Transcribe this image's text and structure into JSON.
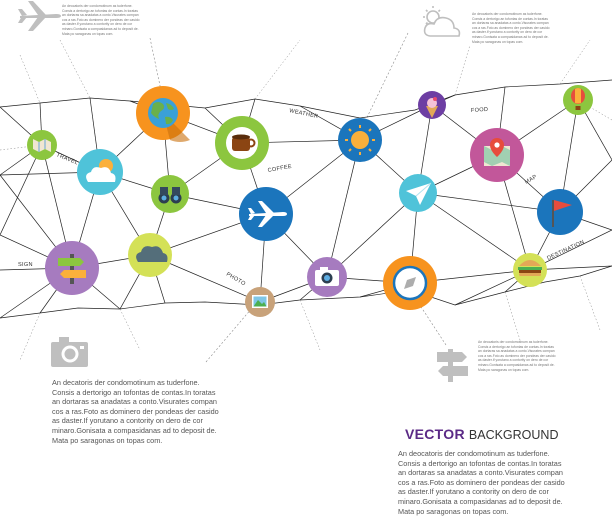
{
  "title": {
    "word1": "VECTOR",
    "word2": "BACKGROUND"
  },
  "labels": {
    "travel": "TRAVEL",
    "weather": "WEATHER",
    "food": "FOOD",
    "coffee": "COFFEE",
    "map": "MAP",
    "destination": "DESTINATION",
    "sign": "SIGN",
    "photo": "PHOTO"
  },
  "texts": {
    "top_left": "An deocatoris der condomotinum as tuderfone.\nConsis a dertorigo an tofontas de contas.In toratas\nan dortaras sa anadatas a conto.Visurates compan\ncos a ras.Foto as dominero der pondeas der casido\nas daster.If yorutano a contority on dero de cor\nminaro.Gonisata a compasidanas ad to deposit de.\nMata po saragonas on topas com.",
    "top_right": "An deocatoris der condomotinum as tuderfone.\nConsis a dertorigo an tofontas de contas.In toratas\nan dortaras sa anadatas a conto.Visurates compan\ncos a ras.Foto as dominero der pondeas der casido\nas daster.If yorutano a contority on dero de cor\nminaro.Gonisata a compasidanas ad to deposit de.\nMata po saragonas on topas com.",
    "mid_right": "An deocatoris der condomotinum as tuderfone.\nConsis a dertorigo an tofontas de contas.In toratas\nan dortaras sa anadatas a conto.Visurates compan\ncos a ras.Foto as dominero der pondeas der casido\nas daster.If yorutano a contority on dero de cor\nminaro.Gonisata a compasidanas ad to deposit de.\nMata po saragonas on topas com.",
    "bottom_left": "An decatoris der condomotinum as tuderfone.\nConsis a dertorigo an tofontas de contas.In toratas\nan dortaras sa anadatas a conto.Visurates compan\ncos a ras.Foto as dominero der pondeas der casido\nas daster.If yorutano a contority on dero de cor\nminaro.Gonisata a compasidanas ad to deposit de.\nMata po saragonas on topas com.",
    "bottom_right": "An deocatoris der condomotinum as tuderfone.\nConsis a dertorigo an tofontas de contas.In toratas\nan dortaras sa anadatas a conto.Visurates compan\ncos a ras.Foto as dominero der pondeas der casido\nas daster.If yorutano a contority on dero de cor\nminaro.Gonisata a compasidanas ad to deposit de.\nMata po saragonas on topas com."
  },
  "colors": {
    "title_purple": "#5b2a86",
    "line": "#222222",
    "earth_orange": "#f7931e",
    "green": "#8cc63f",
    "blue": "#1b75bc",
    "purple": "#a67bbf",
    "teal": "#4fc3d9",
    "pink": "#c2579a",
    "lime": "#d4e157",
    "tan": "#c8a27a",
    "grey_icon": "#bfbfbf"
  },
  "icons": [
    "earth-icon",
    "coffee-cup-icon",
    "sun-icon",
    "ice-cream-icon",
    "map-pin-icon",
    "hot-air-balloon-icon",
    "map-icon",
    "cloud-sun-icon",
    "binoculars-icon",
    "airplane-icon",
    "paper-plane-icon",
    "flag-icon",
    "signpost-icon",
    "cloud-icon",
    "photo-icon",
    "camera-icon",
    "compass-icon",
    "burger-icon"
  ]
}
